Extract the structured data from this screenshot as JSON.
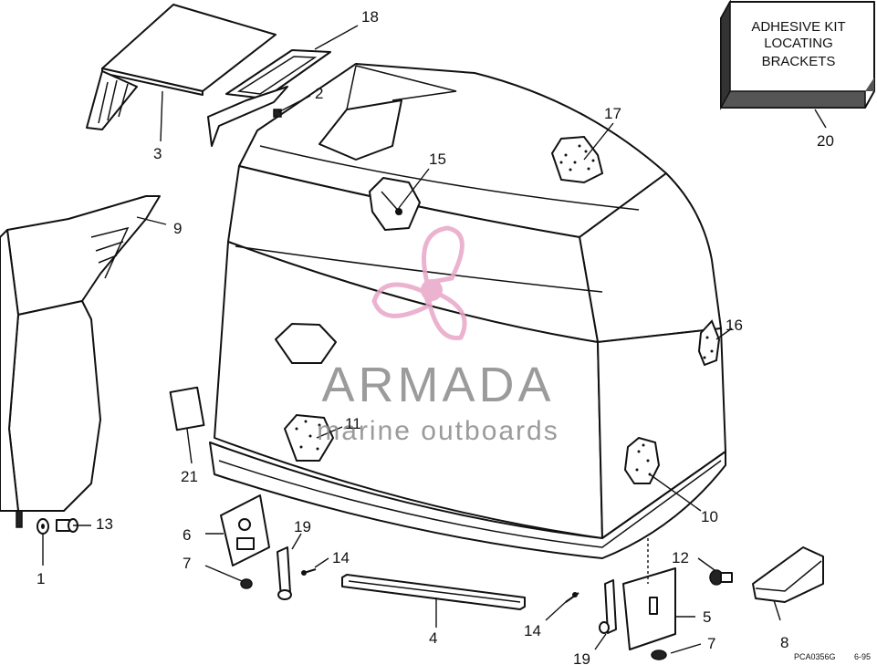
{
  "kit_box": {
    "line1": "ADHESIVE KIT",
    "line2": "LOCATING",
    "line3": "BRACKETS"
  },
  "callouts": {
    "c1": "1",
    "c2": "2",
    "c3": "3",
    "c4": "4",
    "c5": "5",
    "c6": "6",
    "c7a": "7",
    "c7b": "7",
    "c8": "8",
    "c9": "9",
    "c10": "10",
    "c11": "11",
    "c12": "12",
    "c13": "13",
    "c14a": "14",
    "c14b": "14",
    "c15": "15",
    "c16": "16",
    "c17": "17",
    "c18": "18",
    "c19a": "19",
    "c19b": "19",
    "c20": "20",
    "c21": "21"
  },
  "footer": {
    "code": "PCA0356G",
    "date": "6-95"
  },
  "watermark": {
    "brand": "ARMADA",
    "tagline": "marine outboards",
    "logo_color": "#e8a6c8",
    "text_color": "#8a8a8a"
  }
}
